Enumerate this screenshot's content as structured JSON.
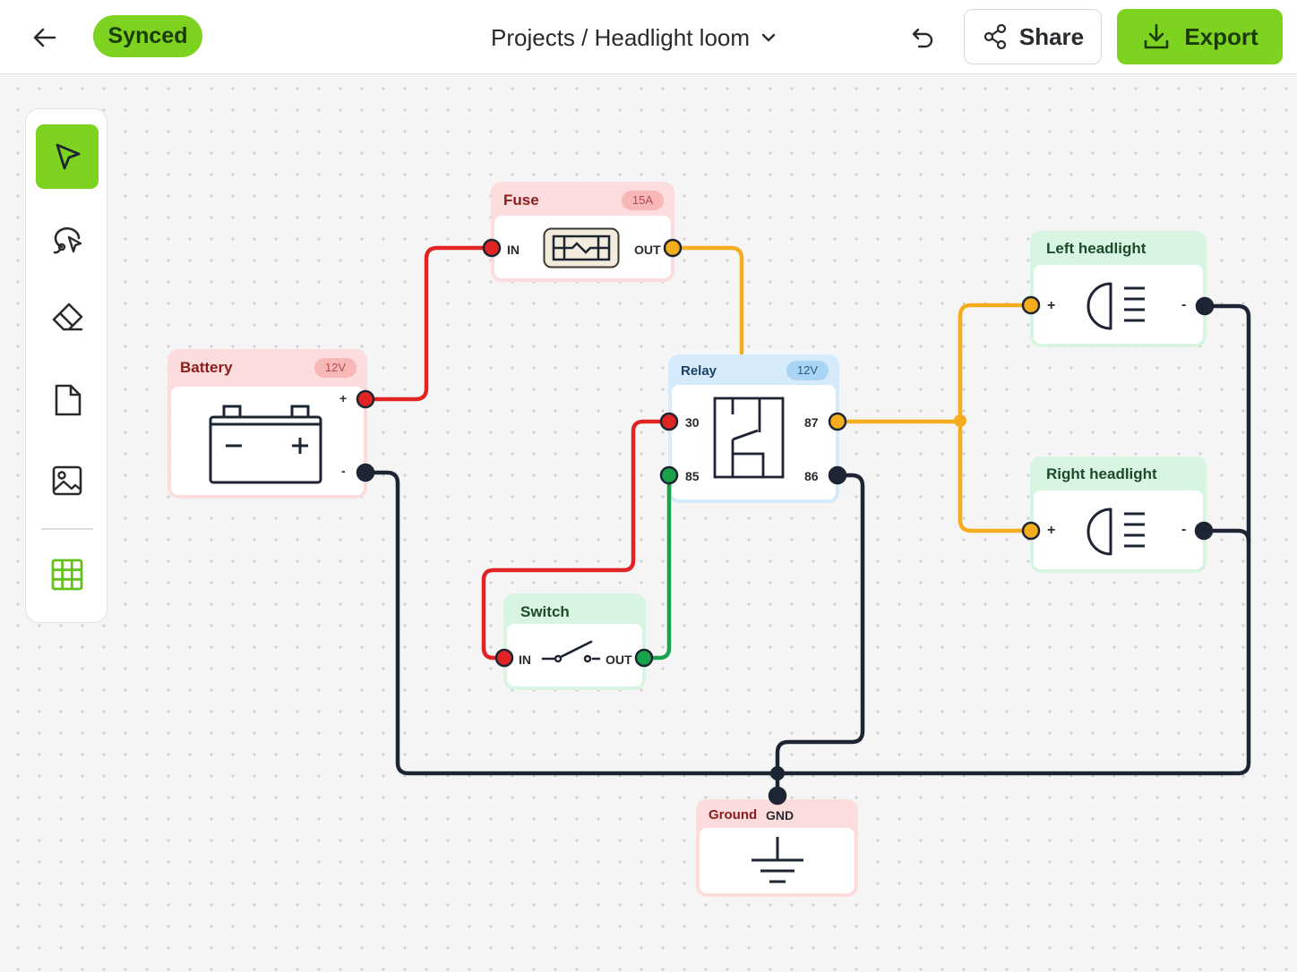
{
  "header": {
    "status": "Synced",
    "breadcrumb": "Projects / Headlight loom",
    "share_label": "Share",
    "export_label": "Export",
    "accent_color": "#7ed321"
  },
  "toolbar": {
    "tools": [
      "select",
      "lasso",
      "eraser",
      "note",
      "image",
      "grid"
    ],
    "active_tool": "select"
  },
  "nodes": {
    "battery": {
      "title": "Battery",
      "badge": "12V",
      "pos_label": "+",
      "neg_label": "-"
    },
    "fuse": {
      "title": "Fuse",
      "badge": "15A",
      "in_label": "IN",
      "out_label": "OUT"
    },
    "relay": {
      "title": "Relay",
      "badge": "12V",
      "pin30": "30",
      "pin85": "85",
      "pin87": "87",
      "pin86": "86"
    },
    "switch": {
      "title": "Switch",
      "in_label": "IN",
      "out_label": "OUT"
    },
    "left_headlight": {
      "title": "Left headlight",
      "pos_label": "+",
      "neg_label": "-"
    },
    "right_headlight": {
      "title": "Right headlight",
      "pos_label": "+",
      "neg_label": "-"
    },
    "ground": {
      "title": "Ground",
      "badge": "GND"
    }
  },
  "wire_colors": {
    "positive": "#e02424",
    "switched": "#f5ad1d",
    "control": "#19a34a",
    "ground": "#1d2433"
  }
}
